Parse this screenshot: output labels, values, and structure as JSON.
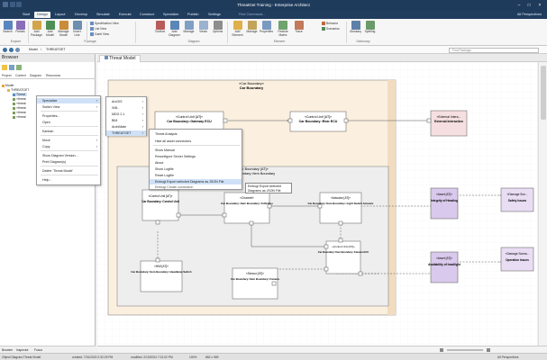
{
  "window": {
    "title": "ThreatGet Training - Enterprise Architect"
  },
  "ribbon": {
    "tabs": [
      "Start",
      "Design",
      "Layout",
      "Develop",
      "Simulate",
      "Execute",
      "Construct",
      "Specialize",
      "Publish",
      "Settings"
    ],
    "search_hint": "Find Command...",
    "perspective": "All Perspectives",
    "buttons": {
      "search": "Search",
      "portals": "Portals",
      "add_package": "Add Package",
      "add_model": "Add Model",
      "manage_model": "Manage Model",
      "insert_link": "Insert Link",
      "toolbox": "Toolbox",
      "add_diagram": "Add Diagram",
      "manage": "Manage",
      "views": "Views",
      "options": "Options",
      "add_element": "Add Element",
      "manage_element": "Manage",
      "properties": "Properties",
      "feature_matrix": "Feature Matrix",
      "trace": "Trace",
      "glossary": "Glossary",
      "spelling": "Spelling"
    },
    "small": {
      "spec_view": "Specification View",
      "list_view": "List View",
      "gantt_view": "Gantt View",
      "behavior": "Behavior",
      "scenarios": "Scenarios"
    },
    "groups": {
      "explore": "Explore",
      "package": "Package",
      "diagram": "Diagram",
      "element": "Element",
      "dictionary": "Dictionary"
    }
  },
  "nav": {
    "crumb1": "Model",
    "crumb2": "THREATGET",
    "find_placeholder": "Find Package"
  },
  "browser": {
    "title": "Browser",
    "tabs": [
      "Project",
      "Context",
      "Diagram",
      "Resources"
    ],
    "tree": [
      "Model",
      "THREATGET",
      "Threat",
      "«threat",
      "«threat",
      "«threat",
      "«threat",
      "«threat"
    ],
    "bottom_tabs": [
      "Browser",
      "Inspector",
      "Focus"
    ]
  },
  "context_menu": [
    "Specialize",
    "Switch View",
    "Properties...",
    "Open",
    "Kanban",
    "Move",
    "Copy",
    "Show Diagram Version...",
    "Print Diagram(s)",
    "Delete 'Threat Model'",
    "Help..."
  ],
  "submenu": [
    "ArcGIS",
    "XML",
    "MDG 2.1",
    "BIM",
    "ArchiMate",
    "THREATGET"
  ],
  "threatget_menu": [
    "Threat Analysis",
    "Hide all asset connectors",
    "Show Manual",
    "Reconfigure Server Settings",
    "About",
    "Show Logfile",
    "Reset Logfile",
    "Embugi Export selected Diagrams as JSON File",
    "Embugi Create connection"
  ],
  "tooltip": {
    "line1": "Embugi Export selected",
    "line2": "Diagrams as JSON File"
  },
  "diagram": {
    "tab": "Threat Model",
    "outer_title": "«Car Boundary»",
    "outer_sub": "Car Boundary",
    "inner_title": "«Car Boundary [AT]»",
    "inner_sub": "Car Boundary::Item Boundary",
    "nodes": {
      "gateway": {
        "st": "«Control Unit [AT]»",
        "nm": "Car Boundary::Gateway ECU"
      },
      "rearecu": {
        "st": "«Control Unit [AT]»",
        "nm": "Car Boundary::Rear ECU"
      },
      "ext": {
        "st": "«External Intera...",
        "nm": "External Interaction"
      },
      "cu2": {
        "st": "«Control Unit [AT]»",
        "nm": "Car Boundary::Control Unit"
      },
      "bus": {
        "st": "«Channel»",
        "nm": "Car Boundary::Item Boundary::CAN Bus"
      },
      "actuator": {
        "st": "«Actuator [AT]»",
        "nm": "Car Boundary::Item Boundary::Light Switch Actuator"
      },
      "integrity": {
        "st": "«Asset [AT]»",
        "nm": "Integrity of Heading"
      },
      "damage1": {
        "st": "«Damage Sce...",
        "nm": "Safety Issues"
      },
      "hmi": {
        "st": "«HMI [AT]»",
        "nm": "Car Boundary::Item Boundary::Headlamp Switch"
      },
      "sensor": {
        "st": "«Sensor [AT]»",
        "nm": "Car Boundary::Item Boundary::Camera"
      },
      "cu3": {
        "st": "«Control Unit [AT]»",
        "nm": "Car Boundary::Item Boundary::Camera ECU"
      },
      "availability": {
        "st": "«Asset [AT]»",
        "nm": "Availability of headlight"
      },
      "damage2": {
        "st": "«Damage Scena...",
        "nm": "Operation Issues"
      }
    }
  },
  "statusbar": {
    "left": "Object Diagram:Threat Model",
    "created": "created: 7/31/2020 2:32:29 PM",
    "modified": "modified: 2/19/2024 7:01:02 PM",
    "zoom": "100%",
    "size": "862 x 969",
    "right": "All Perspectives"
  },
  "colors": {
    "titlebar": "#1f3b5c",
    "outer_fill": "#fbefdf",
    "inner_fill": "#eeeeee",
    "asset": "#d9c9ec",
    "external": "#f6dfe0",
    "damage": "#e8ddf3"
  }
}
